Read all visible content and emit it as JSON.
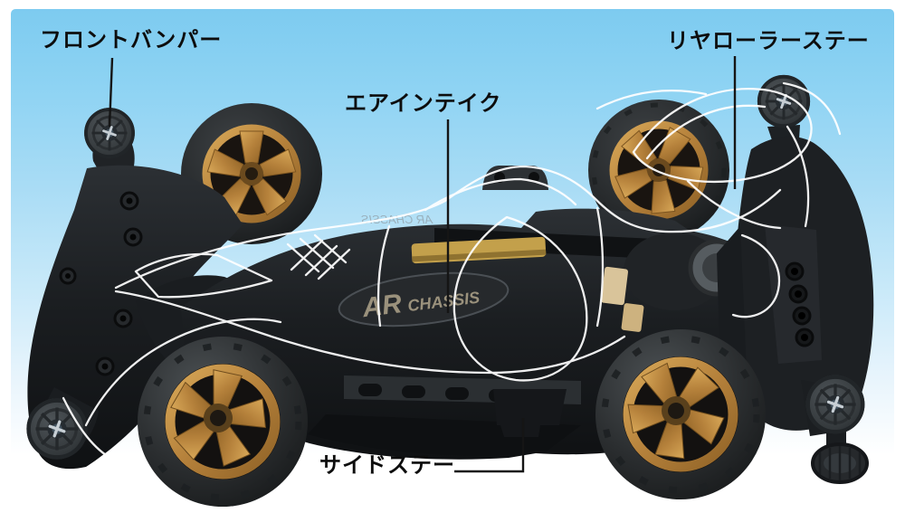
{
  "labels": {
    "front_bumper": "フロントバンパー",
    "air_intake": "エアインテイク",
    "rear_roller_stay": "リヤローラーステー",
    "side_stay": "サイドステー"
  },
  "chassis": {
    "logo_ar": "AR",
    "logo_chassis": "CHASSIS",
    "logo_full": "AR CHASSIS"
  },
  "colors": {
    "background": "#ffffff",
    "sky_top": "#7dcbf0",
    "sky_bottom": "#ffffff",
    "label_text": "#0d0d0d",
    "leader_line": "#151515",
    "chassis_dark": "#17191c",
    "wheel_gold": "#b5813b",
    "tire": "#33373a",
    "body_outline": "#ffffff"
  }
}
